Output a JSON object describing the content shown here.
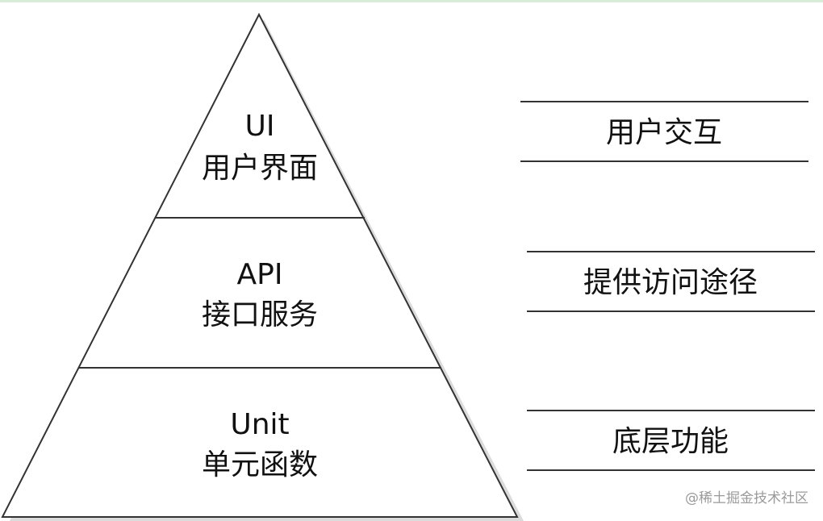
{
  "pyramid": {
    "tiers": [
      {
        "title": "UI",
        "subtitle": "用户界面"
      },
      {
        "title": "API",
        "subtitle": "接口服务"
      },
      {
        "title": "Unit",
        "subtitle": "单元函数"
      }
    ]
  },
  "side_labels": [
    "用户交互",
    "提供访问途径",
    "底层功能"
  ],
  "watermark": "@稀土掘金技术社区",
  "colors": {
    "stroke": "#333333",
    "text": "#111111",
    "shadow": "#bdbdbd",
    "top_rule": "#d8ecd8",
    "watermark": "#9a9a9a"
  }
}
